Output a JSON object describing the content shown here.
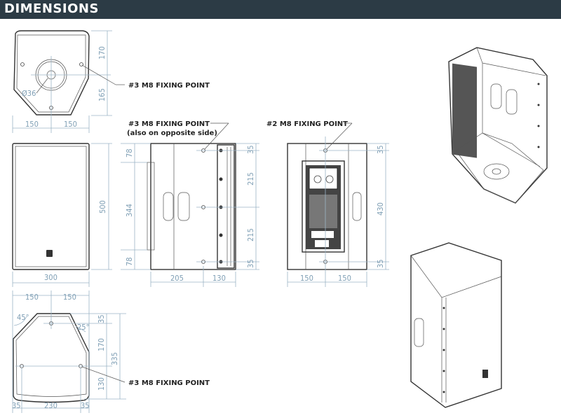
{
  "header": {
    "title": "DIMENSIONS"
  },
  "labels": {
    "fixing3": "#3 M8 FIXING POINT",
    "fixing3_side": "#3 M8 FIXING POINT",
    "fixing3_side_note": "(also on opposite side)",
    "fixing2": "#2 M8 FIXING POINT",
    "fixing3_bottom": "#3 M8 FIXING POINT"
  },
  "top_view": {
    "d_upper": "170",
    "d_lower": "165",
    "w_left": "150",
    "w_right": "150",
    "hole_diameter": "Ø36"
  },
  "front_view": {
    "height": "500",
    "width": "300"
  },
  "side_view": {
    "left": [
      "78",
      "344",
      "78"
    ],
    "right": [
      "35",
      "215",
      "215",
      "35"
    ],
    "bottom": [
      "205",
      "130"
    ]
  },
  "back_view": {
    "right": [
      "35",
      "430",
      "35"
    ],
    "bottom": [
      "150",
      "150"
    ]
  },
  "bottom_view": {
    "top": [
      "150",
      "150"
    ],
    "right": [
      "35",
      "170",
      "130"
    ],
    "total": "335",
    "bottom": [
      "35",
      "230",
      "35"
    ],
    "angle_left": "45°",
    "angle_right": "25°"
  },
  "colors": {
    "header_bg": "#2c3b45",
    "dimension": "#9bb4c6"
  }
}
